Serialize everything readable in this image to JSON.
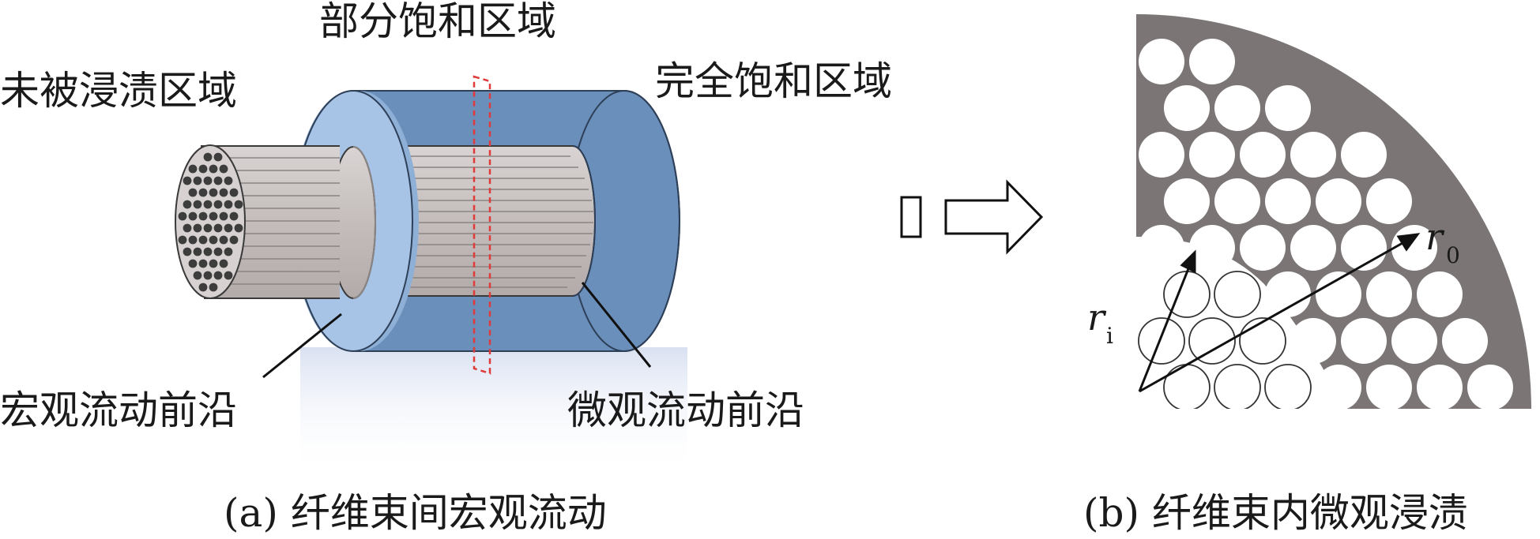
{
  "labels": {
    "unimpregnated": "未被浸渍区域",
    "partial": "部分饱和区域",
    "full": "完全饱和区域",
    "macro_front": "宏观流动前沿",
    "micro_front": "微观流动前沿"
  },
  "captions": {
    "a": "(a) 纤维束间宏观流动",
    "b": "(b) 纤维束内微观浸渍"
  },
  "symbols": {
    "ri": "r",
    "ri_sub": "i",
    "r0": "r",
    "r0_sub": "0"
  },
  "colors": {
    "saturated_blue": "#6a8fbb",
    "front_blue": "#a7c4e6",
    "fiber_gray": "#c8c2c1",
    "matrix_gray": "#7b7575",
    "cut_plane": "#e03a3a"
  }
}
